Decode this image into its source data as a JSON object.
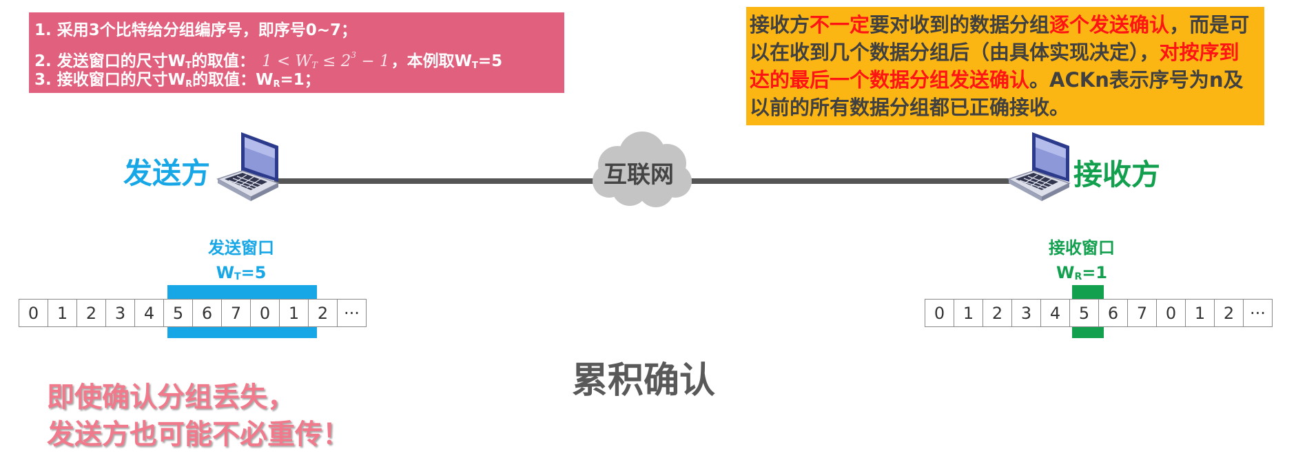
{
  "rules": {
    "line1": "1. 采用3个比特给分组编序号，即序号0~7；",
    "line2_prefix": "2. 发送窗口的尺寸W",
    "line2_sub": "T",
    "line2_mid": "的取值：",
    "line2_formula_a": "1 < W",
    "line2_formula_sub": "T",
    "line2_formula_b": " ≤ 2",
    "line2_formula_sup": "3",
    "line2_formula_c": " − 1",
    "line2_suffix_a": "，本例取W",
    "line2_suffix_sub": "T",
    "line2_suffix_b": "=5",
    "line3_prefix": "3. 接收窗口的尺寸W",
    "line3_sub": "R",
    "line3_mid": "的取值：W",
    "line3_sub2": "R",
    "line3_suffix": "=1；"
  },
  "note": {
    "p1": "接收方",
    "p2": "不一定",
    "p3": "要对收到的数据分组",
    "p4": "逐个发送确认",
    "p5": "，而是可以在收到几个数据分组后（由具体实现决定），",
    "p6": "对按序到达的最后一个数据分组发送确认",
    "p7": "。ACKn表示序号为n及以前的所有数据分组都已正确接收。"
  },
  "sender": {
    "label": "发送方"
  },
  "receiver": {
    "label": "接收方"
  },
  "internet": {
    "label": "互联网"
  },
  "send_window": {
    "title": "发送窗口",
    "size_prefix": "W",
    "size_sub": "T",
    "size_suffix": "=5"
  },
  "recv_window": {
    "title": "接收窗口",
    "size_prefix": "W",
    "size_sub": "R",
    "size_suffix": "=1"
  },
  "send_seq": [
    "0",
    "1",
    "2",
    "3",
    "4",
    "5",
    "6",
    "7",
    "0",
    "1",
    "2",
    "···"
  ],
  "recv_seq": [
    "0",
    "1",
    "2",
    "3",
    "4",
    "5",
    "6",
    "7",
    "0",
    "1",
    "2",
    "···"
  ],
  "title": "累积确认",
  "bottom_note": {
    "line1": "即使确认分组丢失，",
    "line2": "发送方也可能不必重传！"
  },
  "colors": {
    "sender_blue": "#18a7e6",
    "receiver_green": "#12a04f",
    "rules_pink": "#e0607e",
    "note_orange": "#fbb614",
    "emphasis_red": "#ff1414"
  },
  "icons": {
    "sender_device": "laptop-icon",
    "receiver_device": "laptop-icon",
    "network": "cloud-icon"
  }
}
